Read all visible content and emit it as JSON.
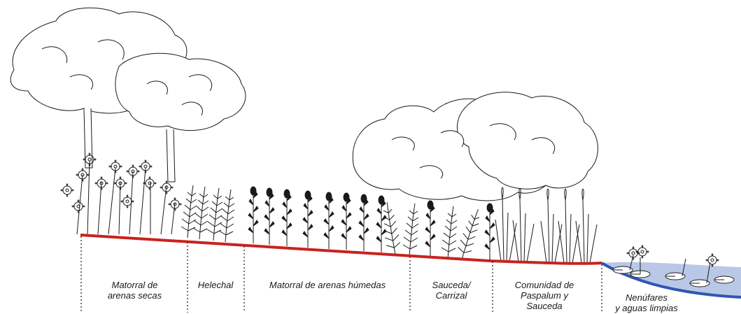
{
  "colors": {
    "ground": "#c8231f",
    "water": "#2f56b3",
    "water_fill": "#b9c8e6",
    "ink": "#1a1a1a"
  },
  "zones": [
    {
      "id": "matorral-secas",
      "lines": [
        "Matorral de",
        "arenas secas"
      ]
    },
    {
      "id": "helechal",
      "lines": [
        "Helechal"
      ]
    },
    {
      "id": "matorral-humedas",
      "lines": [
        "Matorral de arenas húmedas"
      ]
    },
    {
      "id": "sauceda",
      "lines": [
        "Sauceda/",
        "Carrizal"
      ]
    },
    {
      "id": "paspalum",
      "lines": [
        "Comunidad de",
        "Paspalum y",
        "Sauceda"
      ]
    },
    {
      "id": "nenufares",
      "lines": [
        "Nenúfares",
        "y aguas limpias"
      ]
    }
  ],
  "icons": {
    "pine_trees": "pine-tree-icon",
    "broadleaf_trees": "willow-tree-icon",
    "flowers": "flowering-shrub-icon",
    "ferns": "fern-icon",
    "heather": "heather-shrub-icon",
    "reeds": "reed-icon",
    "water_lilies": "water-lily-icon"
  }
}
